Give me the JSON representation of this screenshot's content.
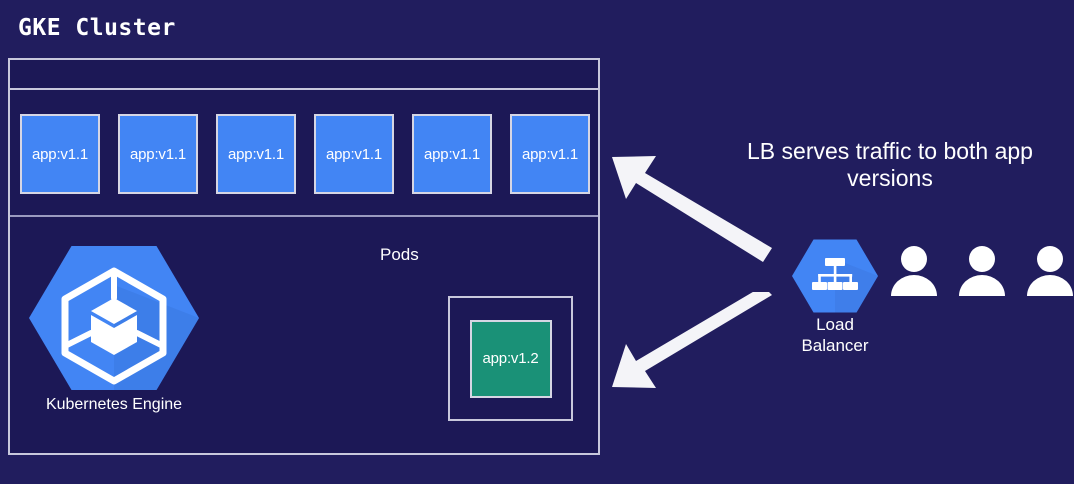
{
  "colors": {
    "background": "#211d5e",
    "cluster_fill": "#1c1856",
    "border": "#c8c8dc",
    "pod_blue": "#4285f4",
    "pod_green": "#1a9177",
    "white": "#ffffff"
  },
  "cluster": {
    "title": "GKE Cluster",
    "pods_label": "Pods",
    "pods": [
      {
        "label": "app:v1.1"
      },
      {
        "label": "app:v1.1"
      },
      {
        "label": "app:v1.1"
      },
      {
        "label": "app:v1.1"
      },
      {
        "label": "app:v1.1"
      },
      {
        "label": "app:v1.1"
      }
    ],
    "canary_pod": {
      "label": "app:v1.2"
    },
    "engine": {
      "caption": "Kubernetes Engine",
      "icon": "kubernetes-engine-icon"
    }
  },
  "load_balancer": {
    "caption_line1": "Load",
    "caption_line2": "Balancer",
    "icon": "load-balancer-icon"
  },
  "annotation": {
    "line1": "LB serves traffic to both app",
    "line2": "versions"
  },
  "arrows": {
    "upper": "arrow-to-v1-1-pods",
    "lower": "arrow-to-v1-2-pod"
  },
  "users": [
    {
      "icon": "user-icon"
    },
    {
      "icon": "user-icon"
    },
    {
      "icon": "user-icon"
    }
  ]
}
